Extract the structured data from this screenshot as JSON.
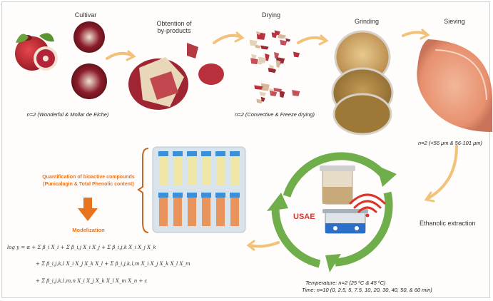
{
  "steps": {
    "cultivar": "Cultivar",
    "obtention": "Obtention of\nby-products",
    "drying": "Drying",
    "grinding": "Grinding",
    "sieving": "Sieving",
    "extraction": "Ethanolic extraction",
    "usae": "USAE"
  },
  "notes": {
    "cultivar": "n=2 (Wonderful & Mollar de Elche)",
    "drying": "n=2 (Convective & Freeze drying)",
    "sieving": "n=2 (<56 μm & 56-101 μm)",
    "temperature": "Temperature: n=2 (25 ºC & 45 ºC)",
    "time": "Time: n=10 (0, 2.5, 5, 7.5, 10, 20, 30, 40, 50, & 60 min)"
  },
  "quantification": {
    "title": "Quantification of bioactive compounds",
    "subtitle": "(Punicalagin & Total Phenolic content)",
    "modelization": "Modelization"
  },
  "equation": {
    "line1": "log y = α + Σ β_i X_i + Σ β_i,j X_i X_j + Σ β_i,j,k X_i X_j X_k",
    "line2": "+ Σ β_i,j,k,l X_i X_j X_k X_l + Σ β_i,j,k,l,m X_i X_j X_k X_l X_m",
    "line3": "+ Σ β_i,j,k,l,m,n X_i X_j X_k X_l X_m X_n + ε"
  },
  "colors": {
    "accent_orange": "#e8731e",
    "arrow_tan": "#f2c27a",
    "cycle_green": "#6fae4a",
    "usae_red": "#d9342b"
  }
}
